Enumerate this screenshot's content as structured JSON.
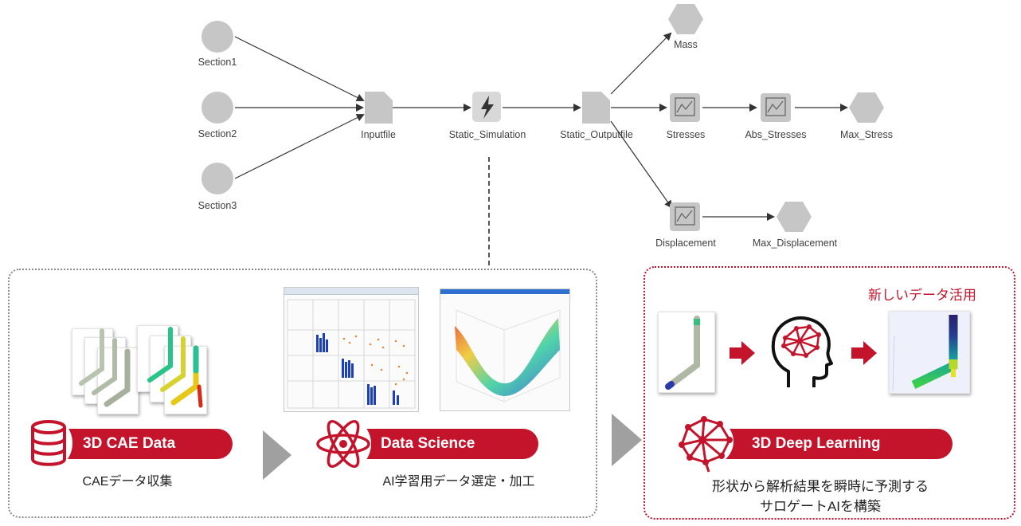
{
  "workflow": {
    "section1": "Section1",
    "section2": "Section2",
    "section3": "Section3",
    "inputfile": "Inputfile",
    "static_simulation": "Static_Simulation",
    "static_outputfile": "Static_Outputfile",
    "mass": "Mass",
    "stresses": "Stresses",
    "abs_stresses": "Abs_Stresses",
    "max_stress": "Max_Stress",
    "displacement": "Displacement",
    "max_displacement": "Max_Displacement"
  },
  "pipeline": {
    "cae_title": "3D CAE Data",
    "cae_caption": "CAEデータ収集",
    "ds_title": "Data Science",
    "ds_caption": "AI学習用データ選定・加工",
    "dl_title": "3D Deep Learning",
    "dl_caption_line1": "形状から解析結果を瞬時に予測する",
    "dl_caption_line2": "サロゲートAIを構築",
    "new_usage_label": "新しいデータ活用"
  },
  "colors": {
    "accent": "#c4142c",
    "node_gray": "#c6c6c6",
    "arrow_gray": "#a0a0a0"
  },
  "icons": [
    "database-icon",
    "atom-icon",
    "neural-net-icon",
    "brain-head-icon",
    "arrow-right-icon",
    "lightning-icon",
    "chart-icon"
  ]
}
